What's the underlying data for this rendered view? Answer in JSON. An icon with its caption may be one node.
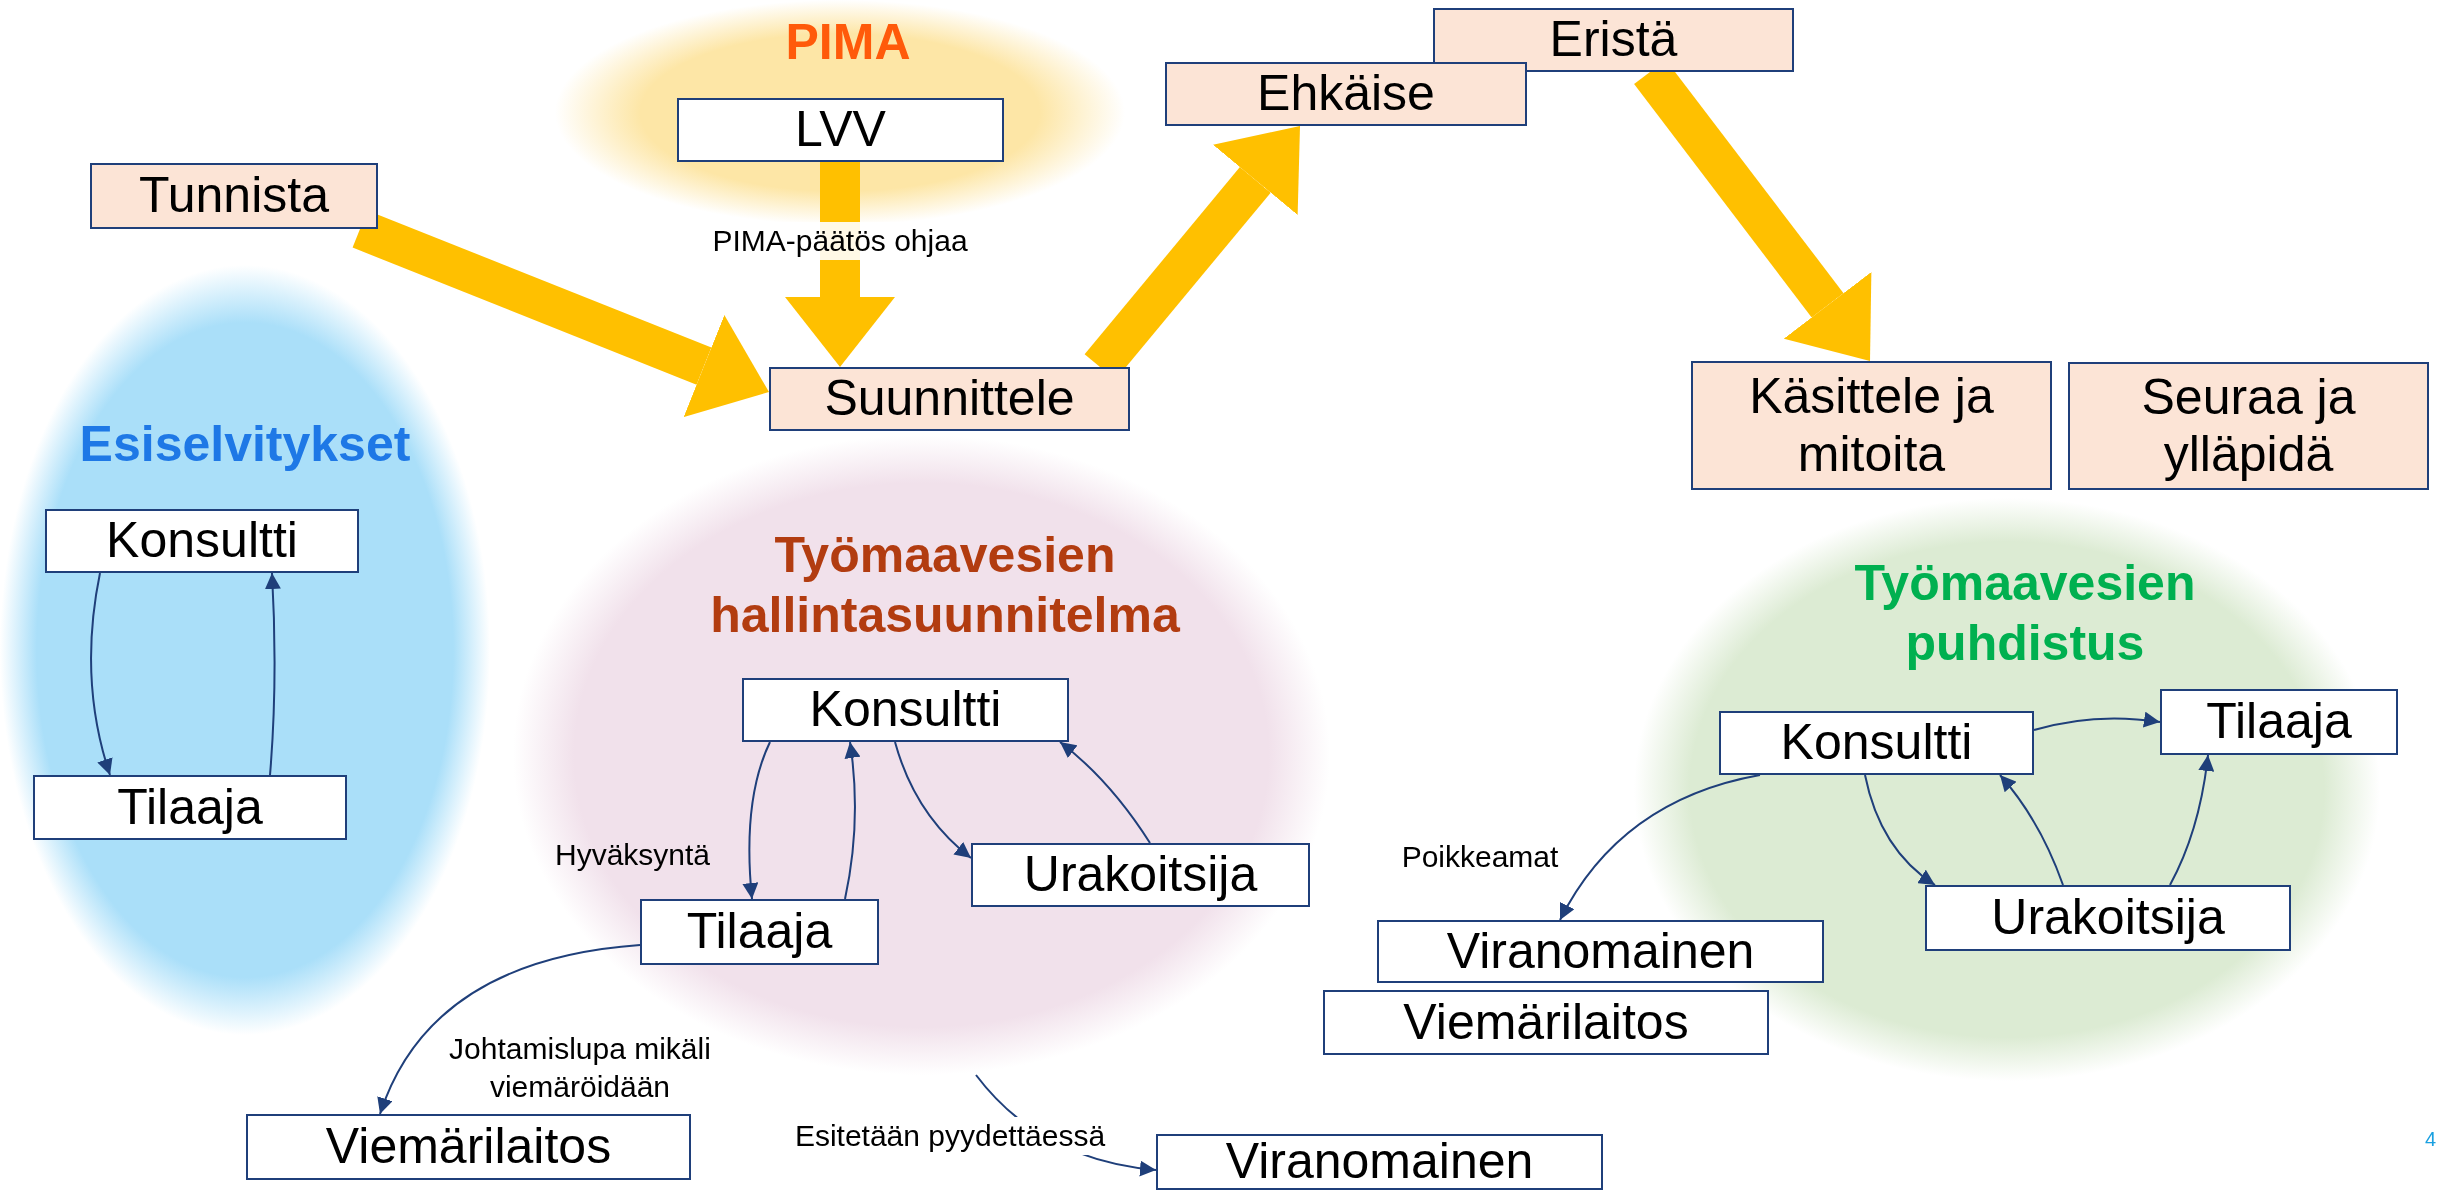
{
  "diagram": {
    "nodes": [
      {
        "text": [
          "PIMA"
        ]
      },
      {
        "text": [
          "LVV"
        ],
        "in": 0
      },
      {
        "text": [
          "Tunnista"
        ]
      },
      {
        "text": [
          "Eristä"
        ]
      },
      {
        "text": [
          "Ehkäise"
        ]
      },
      {
        "text": [
          "Suunnittele"
        ]
      },
      {
        "text": [
          "Käsittele ja mitoita"
        ]
      },
      {
        "text": [
          "Seuraa ja ylläpidä"
        ]
      },
      {
        "text": [
          "Esiselvitykset"
        ]
      },
      {
        "text": [
          "Konsultti"
        ],
        "in": 8
      },
      {
        "text": [
          "Tilaaja"
        ],
        "in": 8
      },
      {
        "text": [
          "Työmaavesien hallintasuunnitelma"
        ]
      },
      {
        "text": [
          "Konsultti"
        ],
        "in": 11
      },
      {
        "text": [
          "Tilaaja"
        ],
        "in": 11
      },
      {
        "text": [
          "Urakoitsija"
        ],
        "in": 11
      },
      {
        "text": [
          "Viemärilaitos"
        ]
      },
      {
        "text": [
          "Viranomainen"
        ]
      },
      {
        "text": [
          "Työmaavesien puhdistus"
        ]
      },
      {
        "text": [
          "Konsultti"
        ],
        "in": 17
      },
      {
        "text": [
          "Tilaaja"
        ],
        "in": 17
      },
      {
        "text": [
          "Urakoitsija"
        ],
        "in": 17
      },
      {
        "text": [
          "Viranomainen"
        ]
      },
      {
        "text": [
          "Viemärilaitos"
        ]
      }
    ],
    "edges": [
      {
        "from": 2,
        "to": 5,
        "arrow": "to",
        "style": "thick",
        "color": "#ffc000"
      },
      {
        "from": 1,
        "to": 5,
        "arrow": "to",
        "label": "PIMA-päätös ohjaa",
        "style": "thick",
        "color": "#ffc000"
      },
      {
        "from": 5,
        "to": 4,
        "arrow": "to",
        "style": "thick",
        "color": "#ffc000"
      },
      {
        "from": 3,
        "to": 6,
        "arrow": "to",
        "style": "thick",
        "color": "#ffc000"
      },
      {
        "from": 9,
        "to": 10,
        "arrow": "to"
      },
      {
        "from": 10,
        "to": 9,
        "arrow": "to"
      },
      {
        "from": 12,
        "to": 13,
        "arrow": "to",
        "label": "Hyväksyntä"
      },
      {
        "from": 13,
        "to": 12,
        "arrow": "to"
      },
      {
        "from": 12,
        "to": 14,
        "arrow": "to"
      },
      {
        "from": 14,
        "to": 12,
        "arrow": "to"
      },
      {
        "from": 13,
        "to": 15,
        "arrow": "to",
        "label": "Johtamislupa mikäli viemäröidään"
      },
      {
        "from": 11,
        "to": 16,
        "arrow": "to",
        "label": "Esitetään pyydettäessä"
      },
      {
        "from": 18,
        "to": 19,
        "arrow": "to"
      },
      {
        "from": 18,
        "to": 20,
        "arrow": "to"
      },
      {
        "from": 20,
        "to": 18,
        "arrow": "to"
      },
      {
        "from": 20,
        "to": 19,
        "arrow": "to"
      },
      {
        "from": 18,
        "to": 21,
        "arrow": "to",
        "label": "Poikkeamat"
      }
    ],
    "labels": [
      "4"
    ]
  }
}
